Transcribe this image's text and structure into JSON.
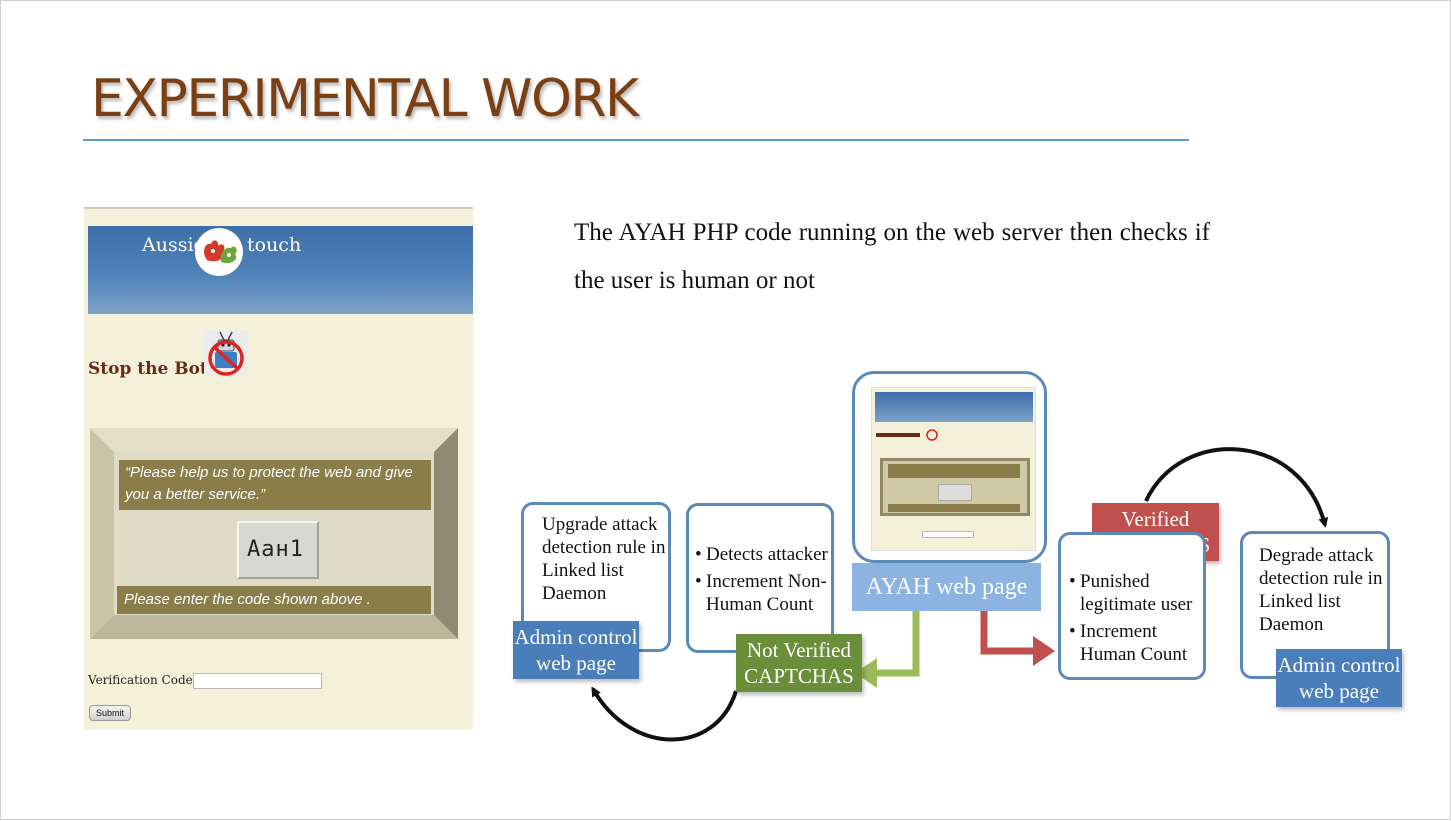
{
  "slide": {
    "title": "EXPERIMENTAL WORK",
    "paragraph": "The AYAH PHP code running on the web server then checks if the user is human or not"
  },
  "screenshot": {
    "logo_left": "Aussie",
    "logo_right": "touch",
    "heading": "Stop the Bots",
    "quote": "“Please help us to protect the web and give you a better service.”",
    "captcha_text": "Aaн1",
    "instruction": "Please enter the code shown above .",
    "verification_label": "Verification Code :",
    "submit_label": "Submit"
  },
  "diagram": {
    "upgrade_box": "Upgrade attack detection rule in Linked list Daemon",
    "admin_left": "Admin control web page",
    "detects_items": [
      "Detects attacker",
      "Increment Non-Human Count"
    ],
    "not_verified": "Not Verified CAPTCHAS",
    "ayah_label": "AYAH web page",
    "verified": "Verified CAPTCHAS",
    "punished_items": [
      "Punished legitimate user",
      "Increment Human Count"
    ],
    "degrade_box": "Degrade attack detection rule in Linked list Daemon",
    "admin_right": "Admin control web page"
  },
  "colors": {
    "title": "#7a3f12",
    "rule": "#5f9cc4",
    "box_border": "#5b8ab8",
    "admin_fill": "#4a7ebb",
    "not_verified_fill": "#6b8e3a",
    "verified_fill": "#c0504d",
    "ayah_fill": "#8db3e2",
    "green_arrow": "#9bbb59",
    "red_arrow": "#c0504d"
  }
}
